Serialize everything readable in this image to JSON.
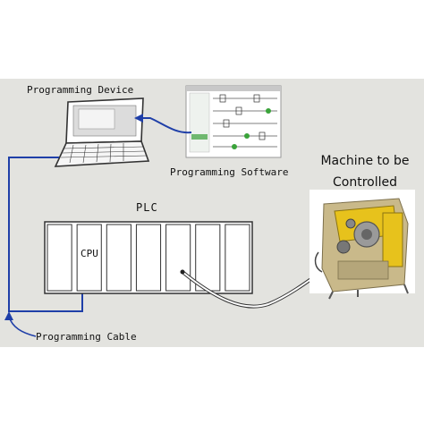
{
  "labels": {
    "programming_device": "Programming Device",
    "programming_software": "Programming Software",
    "plc": "PLC",
    "cpu": "CPU",
    "programming_cable": "Programming Cable",
    "machine": "Machine to be Controlled"
  },
  "colors": {
    "background": "#e3e3df",
    "cable": "#1f3fa8",
    "rack_fill": "#ffffff",
    "rack_stroke": "#333333",
    "machine_body": "#c9b98a",
    "machine_accent": "#e7c21c"
  },
  "plc_rack": {
    "slot_count": 7,
    "cpu_slot_index": 1
  }
}
